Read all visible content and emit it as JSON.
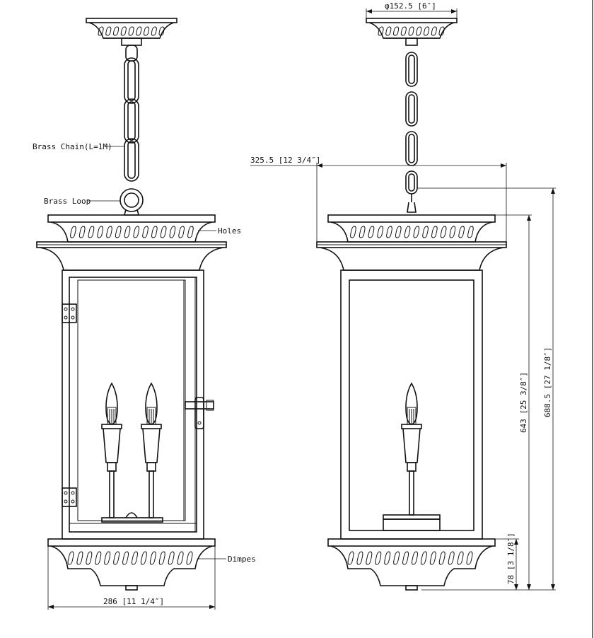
{
  "labels": {
    "chain": "Brass Chain(L=1M)",
    "loop": "Brass Loop",
    "holes": "Holes",
    "dimples": "Dimpes"
  },
  "dimensions": {
    "canopy_dia": "φ152.5 [6″]",
    "top_width": "325.5 [12 3/4″]",
    "bottom_width": "286 [11 1/4″]",
    "body_height": "643 [25 3/8″]",
    "overall_height": "688.5 [27 1/8″]",
    "base_height": "78 [3 1/8″]"
  }
}
